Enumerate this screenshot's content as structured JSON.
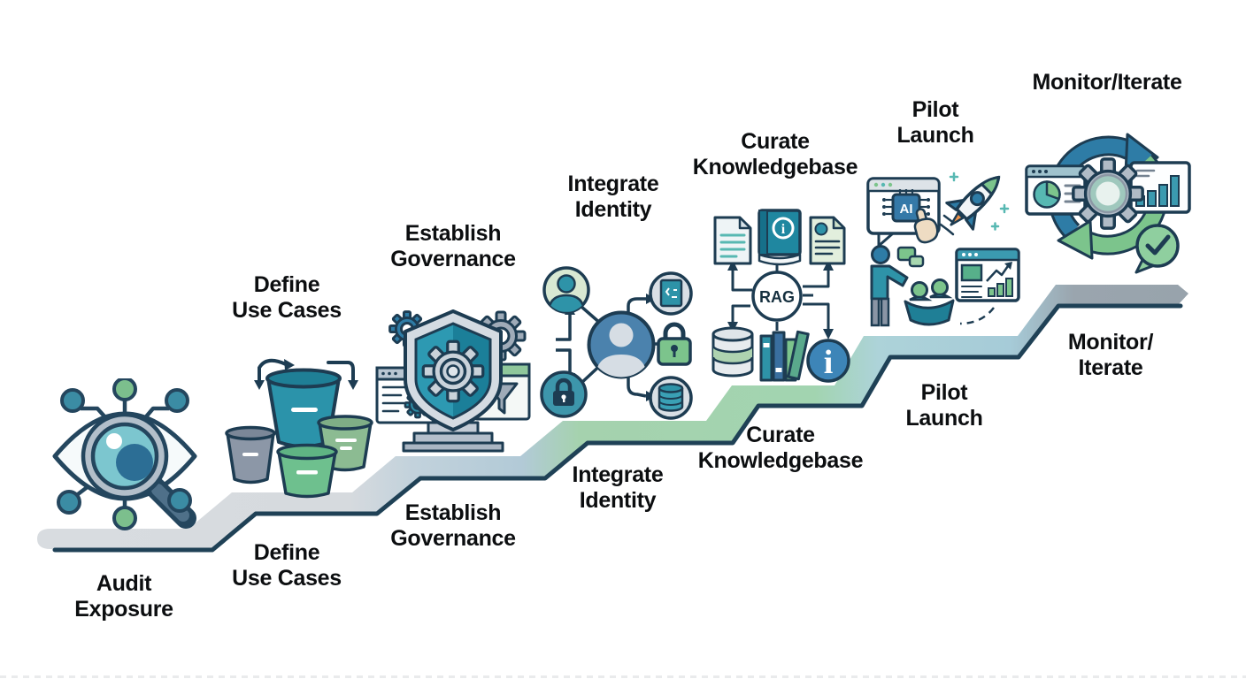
{
  "diagram": {
    "type": "staircase-roadmap",
    "step_count": 7
  },
  "steps": [
    {
      "id": "audit-exposure",
      "top_lines": [],
      "bottom_lines": [
        "Audit",
        "Exposure"
      ],
      "icon": "eye-magnifier-network-icon"
    },
    {
      "id": "define-use-cases",
      "top_lines": [
        "Define",
        "Use Cases"
      ],
      "bottom_lines": [
        "Define",
        "Use Cases"
      ],
      "icon": "buckets-icon"
    },
    {
      "id": "establish-governance",
      "top_lines": [
        "Establish",
        "Governance"
      ],
      "bottom_lines": [
        "Establish",
        "Governance"
      ],
      "icon": "shield-gears-icon"
    },
    {
      "id": "integrate-identity",
      "top_lines": [
        "Integrate",
        "Identity"
      ],
      "bottom_lines": [
        "Integrate",
        "Identity"
      ],
      "icon": "identity-network-icon"
    },
    {
      "id": "curate-knowledgebase",
      "top_lines": [
        "Curate",
        "Knowledgebase"
      ],
      "bottom_lines": [
        "Curate",
        "Knowledgebase"
      ],
      "icon": "rag-diagram-icon"
    },
    {
      "id": "pilot-launch",
      "top_lines": [
        "Pilot",
        "Launch"
      ],
      "bottom_lines": [
        "Pilot",
        "Launch"
      ],
      "icon": "pilot-launch-icon"
    },
    {
      "id": "monitor-iterate",
      "top_lines": [
        "Monitor/Iterate"
      ],
      "bottom_lines": [
        "Monitor/",
        "Iterate"
      ],
      "icon": "monitor-iterate-cycle-icon"
    }
  ],
  "icon_texts": {
    "rag_label": "RAG",
    "ai_chip_label": "AI",
    "info_glyph": "i"
  },
  "colors": {
    "outline_navy": "#1d3c52",
    "tread_gray": "#d8dce0",
    "tread_blue_gray": "#b2cad7",
    "tread_green": "#a2d4b0",
    "tread_light_blue": "#a6cbd8",
    "tread_slate": "#99a4ad",
    "teal": "#2e93a8",
    "blue": "#2e7ca6",
    "green": "#7cc48c",
    "label_text": "#0c0e10"
  }
}
